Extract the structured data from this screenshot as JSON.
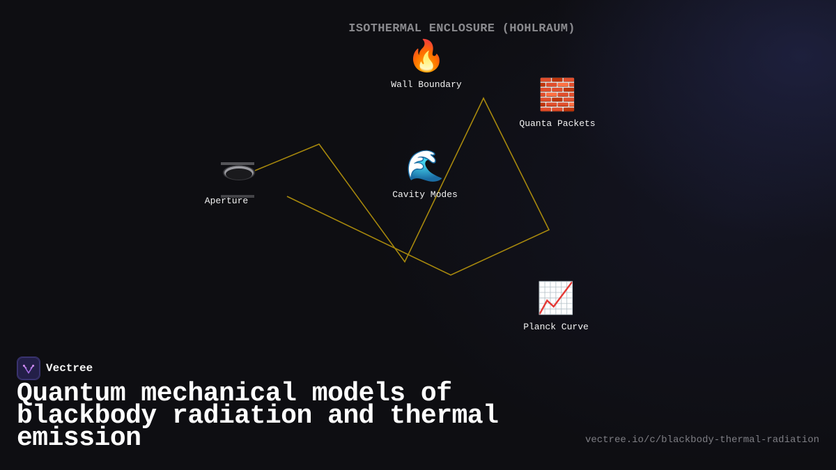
{
  "diagram": {
    "title": "ISOTHERMAL ENCLOSURE (HOHLRAUM)",
    "nodes": {
      "wall_boundary": {
        "label": "Wall Boundary",
        "icon": "fire-icon",
        "glyph": "🔥"
      },
      "quanta_packets": {
        "label": "Quanta Packets",
        "icon": "brick-icon",
        "glyph": "🧱"
      },
      "aperture": {
        "label": "Aperture",
        "icon": "hole-icon"
      },
      "cavity_modes": {
        "label": "Cavity Modes",
        "icon": "wave-icon",
        "glyph": "🌊"
      },
      "planck_curve": {
        "label": "Planck Curve",
        "icon": "chart-increasing-icon",
        "glyph": "📈"
      }
    },
    "path_color": "#b8960c"
  },
  "brand": {
    "name": "Vectree",
    "logo_color": "#231f48"
  },
  "headline": "Quantum mechanical models of blackbody radiation and thermal emission",
  "url": "vectree.io/c/blackbody-thermal-radiation"
}
